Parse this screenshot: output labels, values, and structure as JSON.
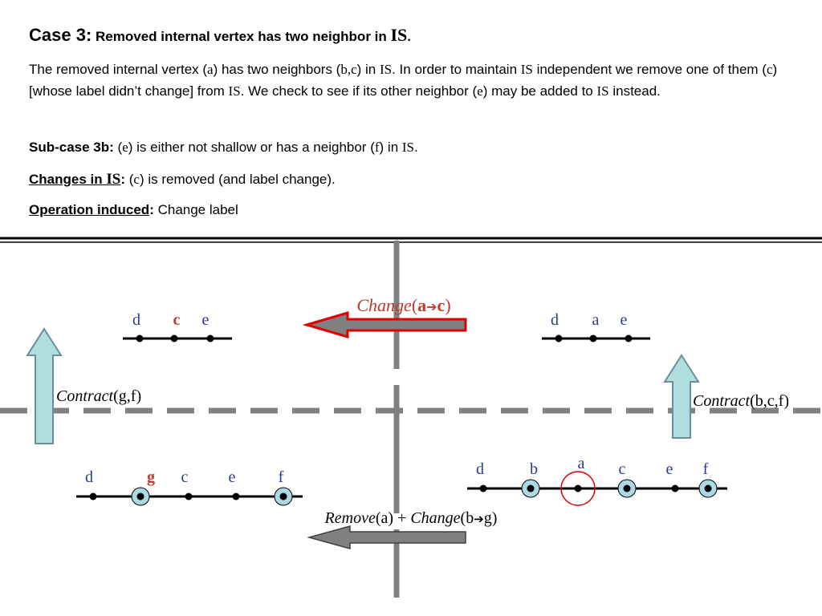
{
  "header": {
    "case_label": "Case 3:",
    "case_desc": "Removed internal vertex has two neighbor in ",
    "is": "IS",
    "period": "."
  },
  "paragraph": {
    "p1": "The removed internal vertex (",
    "a": "a",
    "p2": ") has two neighbors (",
    "bc": "b,c",
    "p3": ") in ",
    "is1": "IS",
    "p4": ". In order to maintain ",
    "is2": "IS",
    "p5": " independent we remove one of them (",
    "c": "c",
    "p6": ") [whose label didn’t change] from ",
    "is3": "IS",
    "p7": ". We check to see if its other neighbor (",
    "e": "e",
    "p8": ") may be added to ",
    "is4": "IS",
    "p9": " instead."
  },
  "subcase": {
    "label": "Sub-case 3b:",
    "p1": " (",
    "e": "e",
    "p2": ") is either not shallow or has a neighbor (",
    "f": "f",
    "p3": ") in ",
    "is": "IS",
    "p4": "."
  },
  "changes": {
    "label_pre": "Changes in ",
    "label_is": "IS",
    "colon": ":",
    "p1": " (",
    "c": "c",
    "p2": ") is removed (and label change)."
  },
  "operation": {
    "label": "Operation induced",
    "colon": ":",
    "value": " Change label"
  },
  "diagram": {
    "colors": {
      "label": "#2e3a8c",
      "highlight": "#c0392b",
      "circle_fill": "#add8e6",
      "arrow_fill": "#808080",
      "up_arrow_fill": "#b0dde0"
    },
    "top_left_labels": [
      "d",
      "c",
      "e"
    ],
    "top_right_labels": [
      "d",
      "a",
      "e"
    ],
    "bottom_left_labels": [
      "d",
      "g",
      "c",
      "e",
      "f"
    ],
    "bottom_right_labels": [
      "d",
      "b",
      "a",
      "c",
      "e",
      "f"
    ],
    "change_top": {
      "word": "Change",
      "open": "(",
      "from": "a",
      "arrow": "➔",
      "to": "c",
      "close": ")"
    },
    "contract_left": {
      "word": "Contract",
      "args": "(g,f)"
    },
    "contract_right": {
      "word": "Contract",
      "args": "(b,c,f)"
    },
    "remove_change": {
      "word1": "Remove",
      "args1": "(a) + ",
      "word2": "Change",
      "open": "(",
      "from": "b",
      "arrow": "➔",
      "to": "g",
      "close": ")"
    }
  }
}
